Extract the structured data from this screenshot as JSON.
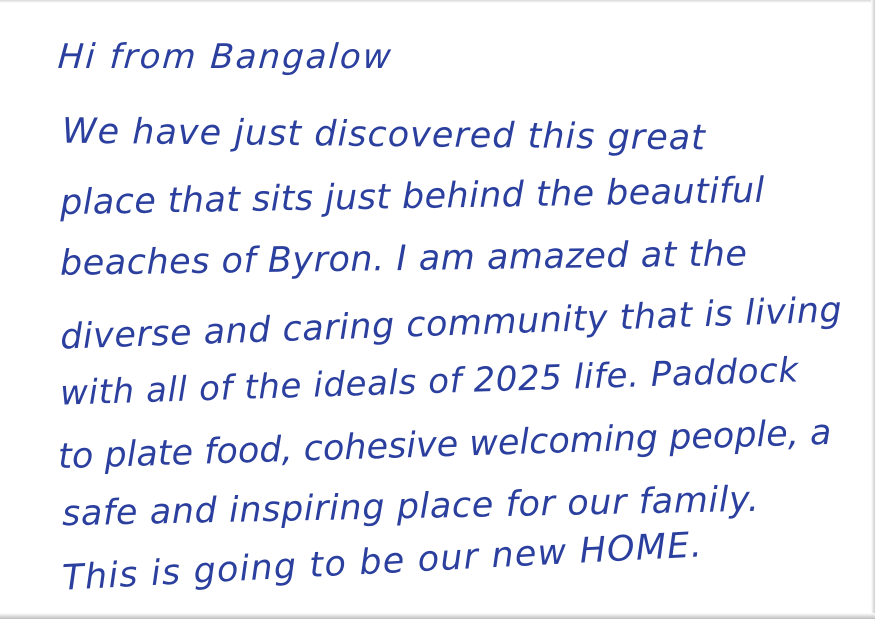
{
  "note": {
    "ink_color": "#2b3f9e",
    "paper_color": "#ffffff",
    "greeting": "Hi from Bangalow",
    "lines": [
      "We have just discovered this great",
      "place that sits just behind the beautiful",
      "beaches of Byron. I am amazed at the",
      "diverse and caring community that is living",
      "with all of the ideals of 2025 life. Paddock",
      "to plate food, cohesive welcoming people, a",
      "safe and inspiring place for our family.",
      "This is going to be our new HOME."
    ]
  }
}
